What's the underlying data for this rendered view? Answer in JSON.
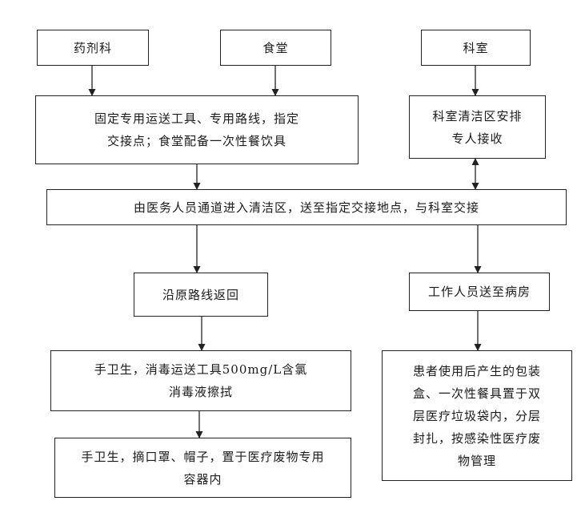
{
  "nodes": {
    "pharmacy": "药剂科",
    "canteen": "食堂",
    "department": "科室",
    "fixed_route": [
      "固定专用运送工具、专用路线，指定",
      "交接点；食堂配备一次性餐饮具"
    ],
    "dept_receive": [
      "科室清洁区安排",
      "专人接收"
    ],
    "clean_passage": "由医务人员通道进入清洁区，送至指定交接地点，与科室交接",
    "return_route": "沿原路线返回",
    "to_ward": "工作人员送至病房",
    "hand_disinfect": [
      "手卫生，消毒运送工具500mg/L含氯",
      "消毒液擦拭"
    ],
    "remove_ppe": [
      "手卫生，摘口罩、帽子，置于医疗废物专用",
      "容器内"
    ],
    "waste_handling": [
      "患者使用后产生的包装",
      "盒、一次性餐具置于双",
      "层医疗垃圾袋内，分层",
      "封扎，按感染性医疗废",
      "物管理"
    ]
  }
}
